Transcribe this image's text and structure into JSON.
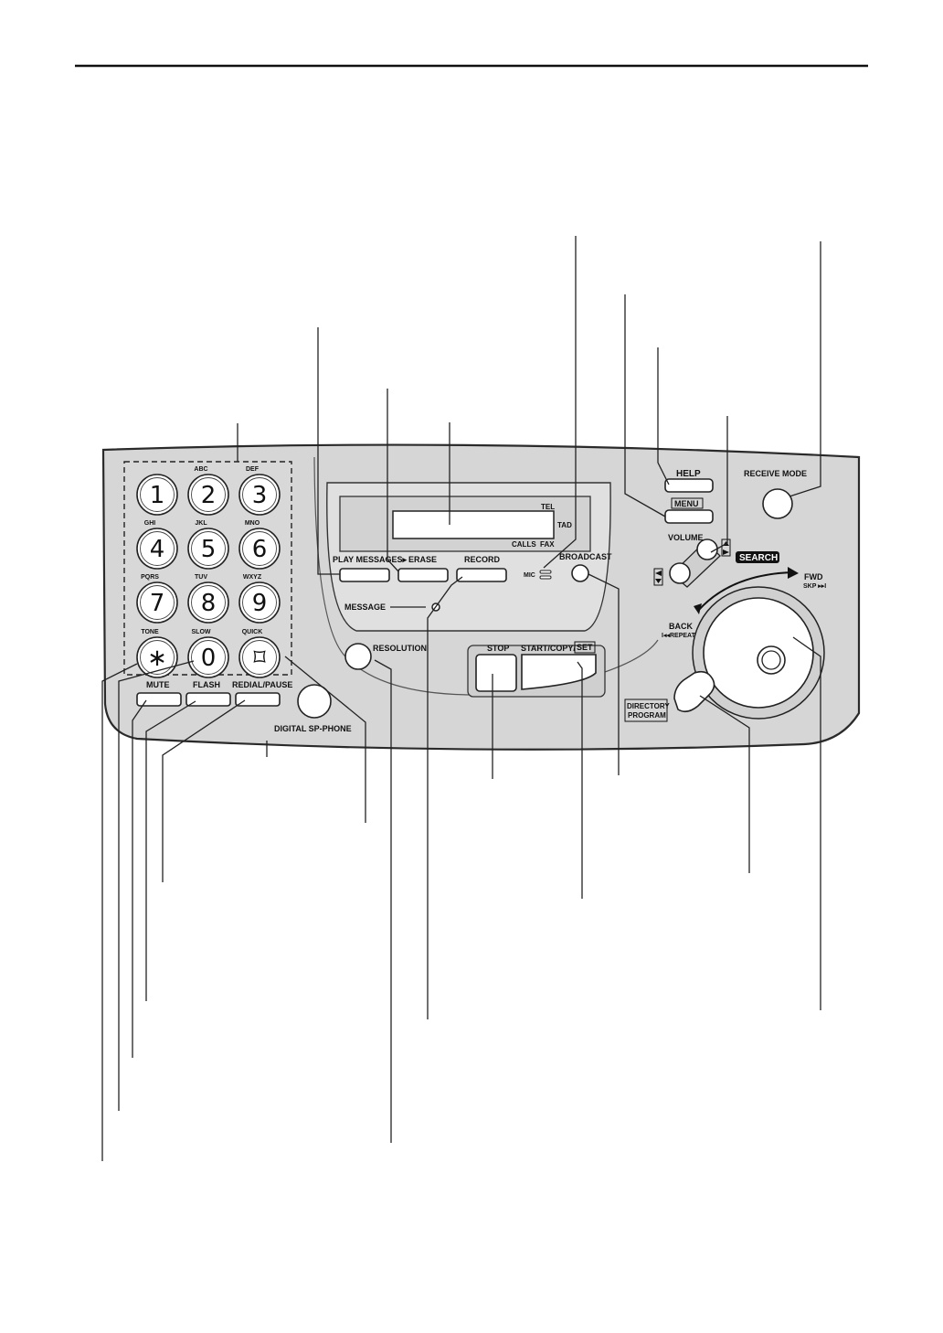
{
  "keypad": {
    "keys": [
      {
        "digit": "1",
        "letters": ""
      },
      {
        "digit": "2",
        "letters": "ABC"
      },
      {
        "digit": "3",
        "letters": "DEF"
      },
      {
        "digit": "4",
        "letters": "GHI"
      },
      {
        "digit": "5",
        "letters": "JKL"
      },
      {
        "digit": "6",
        "letters": "MNO"
      },
      {
        "digit": "7",
        "letters": "PQRS"
      },
      {
        "digit": "8",
        "letters": "TUV"
      },
      {
        "digit": "9",
        "letters": "WXYZ"
      },
      {
        "digit": "∗",
        "letters": "TONE"
      },
      {
        "digit": "0",
        "letters": "SLOW"
      },
      {
        "digit": "⌑",
        "letters": "QUICK"
      }
    ]
  },
  "buttons": {
    "mute": "MUTE",
    "flash": "FLASH",
    "redial_pause": "REDIAL/PAUSE",
    "digital_sp_phone": "DIGITAL SP-PHONE",
    "play_messages": "PLAY MESSAGES▸",
    "erase": "ERASE",
    "record": "RECORD",
    "broadcast": "BROADCAST",
    "resolution": "RESOLUTION",
    "stop": "STOP",
    "start_copy": "START/COPY/",
    "set": "SET",
    "help": "HELP",
    "menu": "MENU",
    "volume": "VOLUME",
    "receive_mode": "RECEIVE MODE",
    "directory_line1": "DIRECTORY",
    "directory_line2": "PROGRAM"
  },
  "display": {
    "tel": "TEL",
    "tad": "TAD",
    "calls": "CALLS",
    "fax": "FAX",
    "mic": "MIC",
    "message": "MESSAGE"
  },
  "dial": {
    "search": "SEARCH",
    "fwd": "FWD",
    "fwd_sub": "SKP ▸▸I",
    "back": "BACK",
    "back_sub": "I◂◂REPEAT"
  },
  "colors": {
    "panel": "#d6d6d6",
    "panel_stroke": "#2a2a2a",
    "label_black": "#111111",
    "button_white": "#ffffff"
  }
}
